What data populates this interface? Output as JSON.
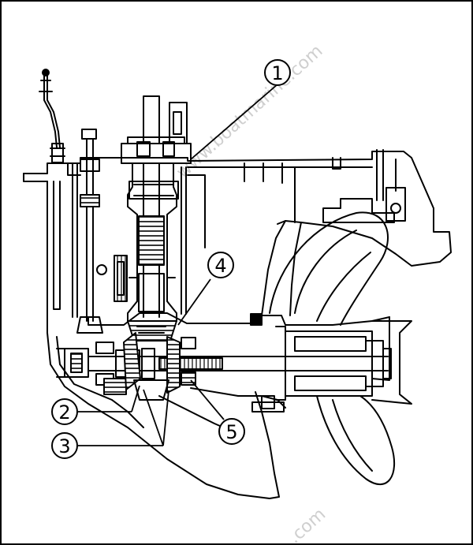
{
  "watermarks": {
    "top": "www.boatmarine.com",
    "bottom": ".com"
  },
  "callouts": [
    {
      "label": "1"
    },
    {
      "label": "2"
    },
    {
      "label": "3"
    },
    {
      "label": "4"
    },
    {
      "label": "5"
    }
  ]
}
